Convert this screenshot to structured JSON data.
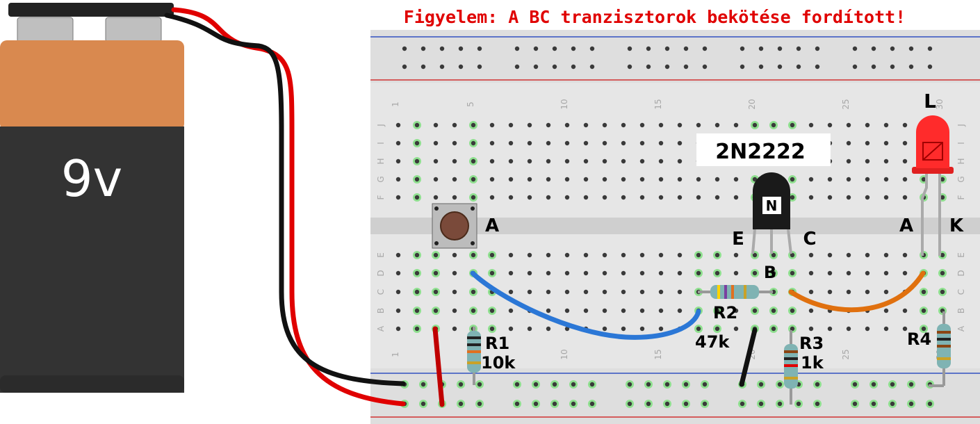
{
  "warning": "Figyelem: A BC tranzisztorok bekötése fordított!",
  "battery": {
    "label": "9v"
  },
  "transistor": {
    "model": "2N2222",
    "mark": "N",
    "pin_e": "E",
    "pin_b": "B",
    "pin_c": "C"
  },
  "button": {
    "label": "A"
  },
  "led": {
    "name": "L",
    "anode": "A",
    "cathode": "K"
  },
  "resistors": {
    "r1": {
      "name": "R1",
      "value": "10k"
    },
    "r2": {
      "name": "R2",
      "value": "47k"
    },
    "r3": {
      "name": "R3",
      "value": "1k"
    },
    "r4": {
      "name": "R4",
      "value": ""
    }
  },
  "breadboard": {
    "col_numbers": [
      "1",
      "5",
      "10",
      "15",
      "20",
      "25",
      "30"
    ],
    "rows_top": [
      "J",
      "I",
      "H",
      "G",
      "F"
    ],
    "rows_bottom": [
      "E",
      "D",
      "C",
      "B",
      "A"
    ]
  },
  "colors": {
    "wire_red": "#e00000",
    "wire_black": "#111111",
    "wire_blue": "#2b77d6",
    "wire_orange": "#e0700e",
    "led_red": "#ff2b2b",
    "battery_copper": "#d9894f",
    "battery_body": "#333333"
  }
}
